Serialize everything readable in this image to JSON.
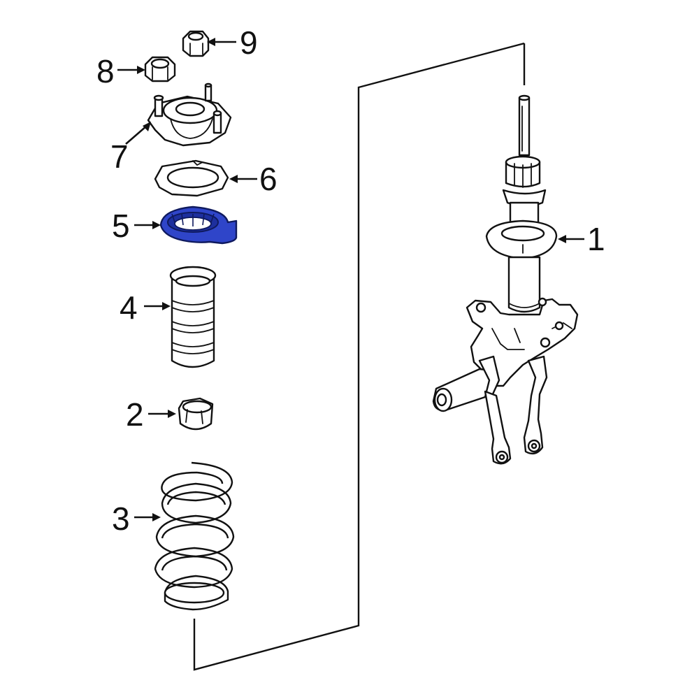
{
  "highlight_color": "#2f45c9",
  "callouts": [
    {
      "id": "1",
      "label": "1"
    },
    {
      "id": "2",
      "label": "2"
    },
    {
      "id": "3",
      "label": "3"
    },
    {
      "id": "4",
      "label": "4"
    },
    {
      "id": "5",
      "label": "5"
    },
    {
      "id": "6",
      "label": "6"
    },
    {
      "id": "7",
      "label": "7"
    },
    {
      "id": "8",
      "label": "8"
    },
    {
      "id": "9",
      "label": "9"
    }
  ],
  "highlighted_part": "5"
}
